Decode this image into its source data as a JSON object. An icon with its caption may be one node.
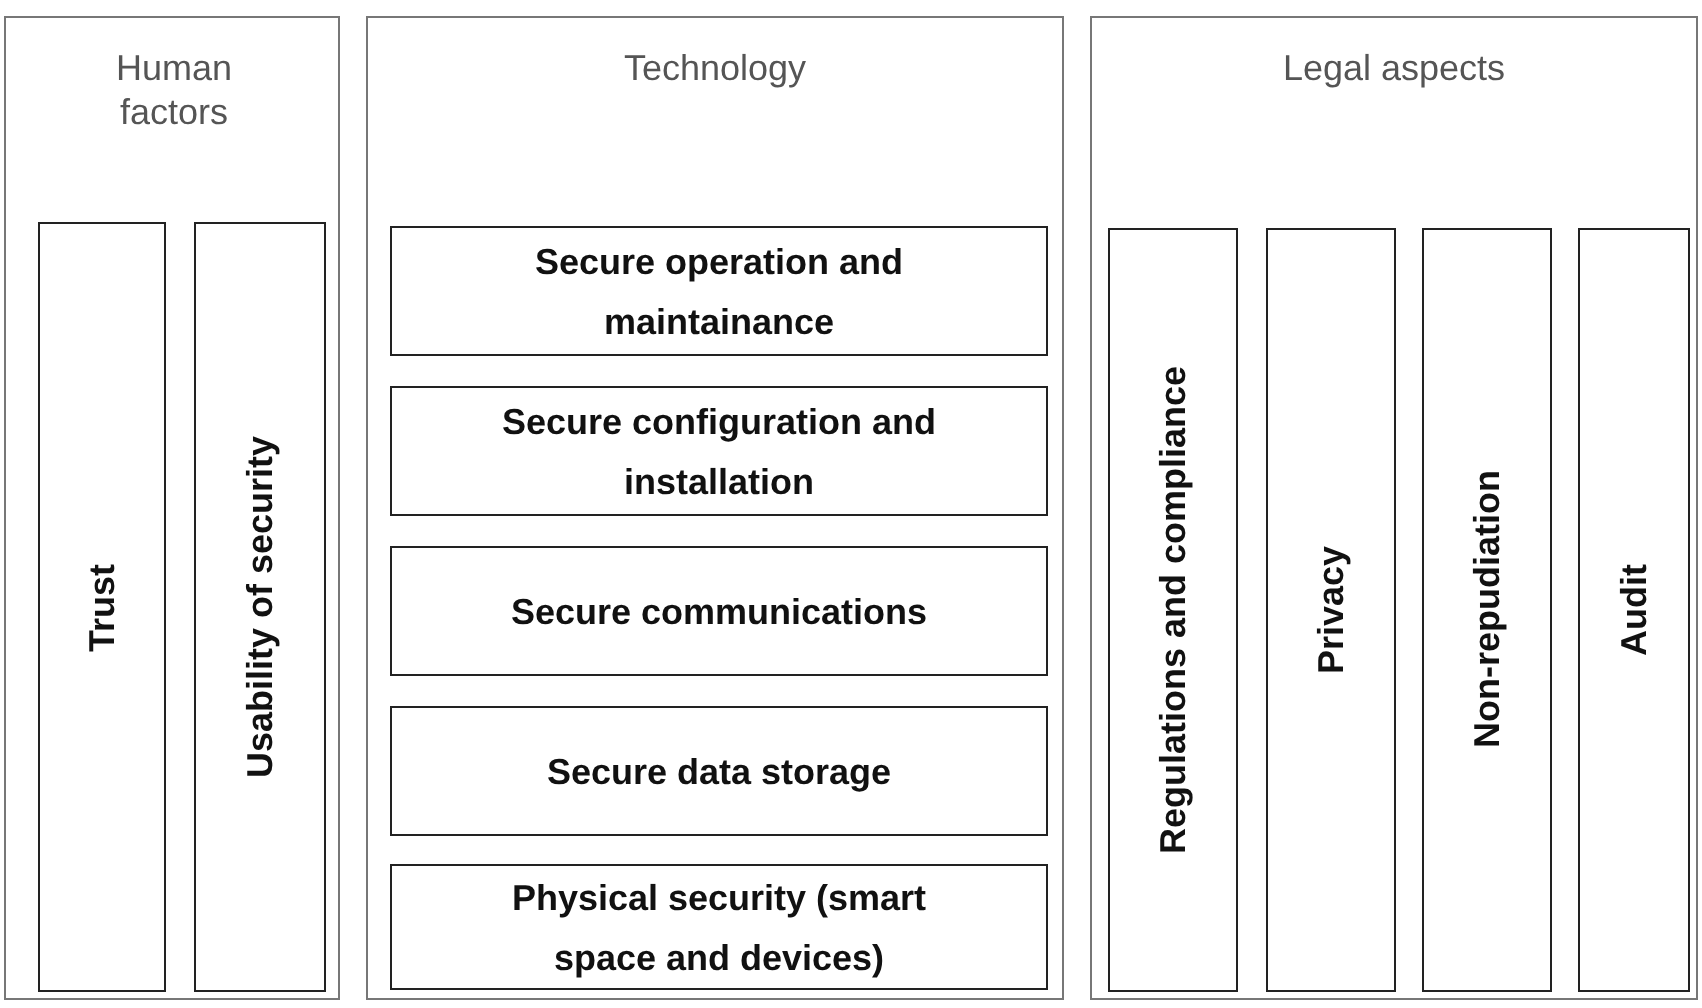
{
  "diagram": {
    "nodes": [
      {
        "text": [
          "Human factors"
        ]
      },
      {
        "text": [
          "Trust"
        ],
        "in": 0
      },
      {
        "text": [
          "Usability of security"
        ],
        "in": 0
      },
      {
        "text": [
          "Technology"
        ]
      },
      {
        "text": [
          "Secure operation and maintainance"
        ],
        "in": 3
      },
      {
        "text": [
          "Secure configuration and installation"
        ],
        "in": 3
      },
      {
        "text": [
          "Secure communications"
        ],
        "in": 3
      },
      {
        "text": [
          "Secure data storage"
        ],
        "in": 3
      },
      {
        "text": [
          "Physical security (smart space and devices)"
        ],
        "in": 3
      },
      {
        "text": [
          "Legal aspects"
        ]
      },
      {
        "text": [
          "Regulations and compliance"
        ],
        "in": 9
      },
      {
        "text": [
          "Privacy"
        ],
        "in": 9
      },
      {
        "text": [
          "Non-repudiation"
        ],
        "in": 9
      },
      {
        "text": [
          "Audit"
        ],
        "in": 9
      }
    ]
  }
}
